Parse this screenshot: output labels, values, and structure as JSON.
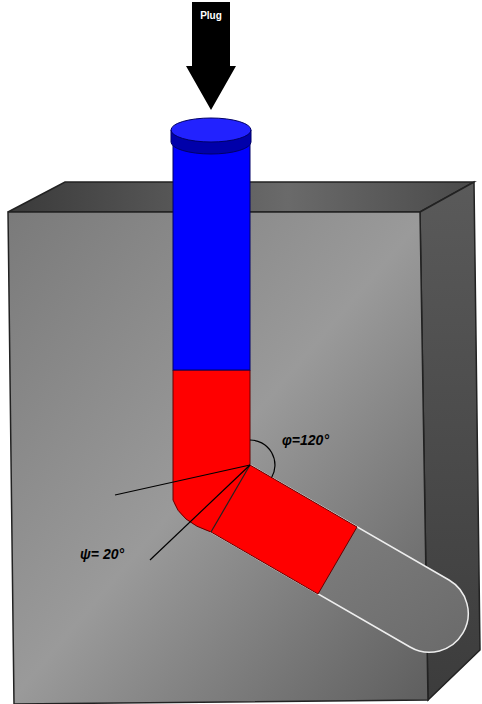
{
  "diagram": {
    "nodes": [
      {
        "text": [
          "Plug"
        ]
      }
    ],
    "labels": [
      "φ=120°",
      "ψ= 20°"
    ]
  }
}
